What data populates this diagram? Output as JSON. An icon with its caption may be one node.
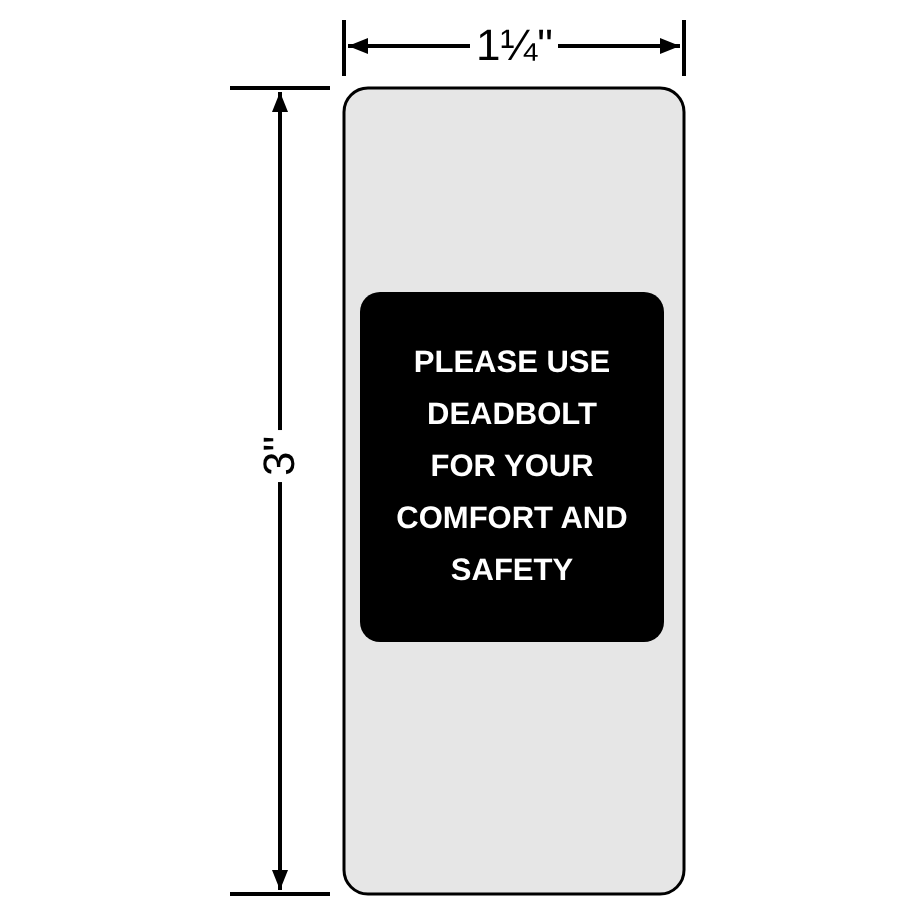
{
  "diagram": {
    "nodes": [
      {
        "text": [
          "PLEASE USE DEADBOLT FOR YOUR COMFORT AND SAFETY"
        ]
      }
    ],
    "labels": [
      "1¼\"",
      "3\""
    ]
  }
}
